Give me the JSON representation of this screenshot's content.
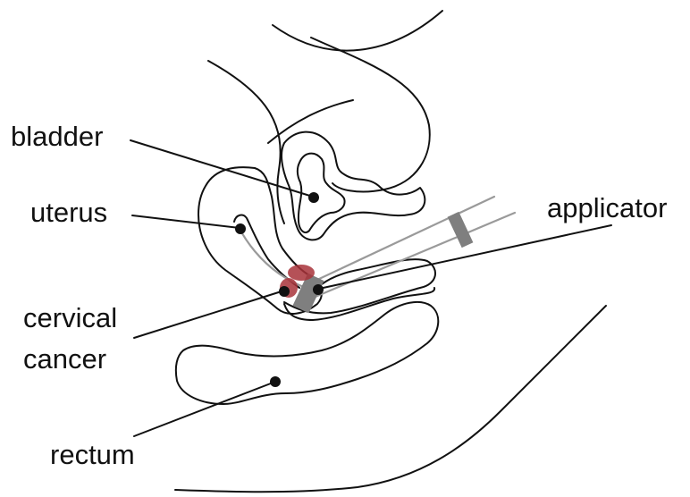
{
  "labels": {
    "bladder": "bladder",
    "uterus": "uterus",
    "cervical_line1": "cervical",
    "cervical_line2": "cancer",
    "applicator": "applicator",
    "rectum": "rectum"
  },
  "colors": {
    "outline": "#111111",
    "applicator": "#7f7f7f",
    "applicator_rod": "#9a9a9a",
    "tumor": "#a8323a"
  }
}
